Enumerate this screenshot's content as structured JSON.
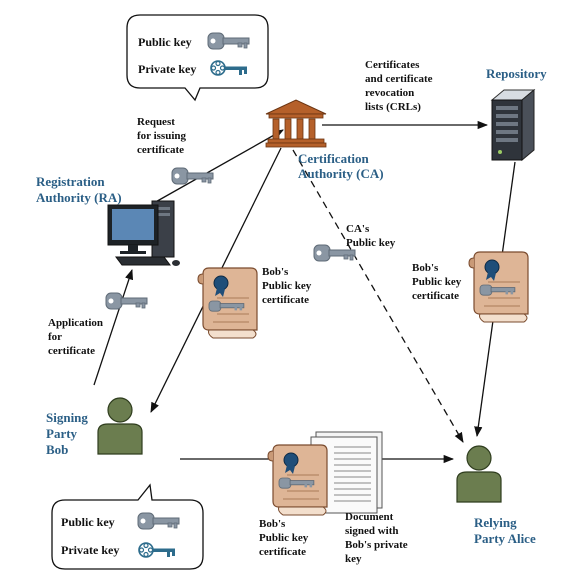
{
  "bubble_top": {
    "public_key": "Public key",
    "private_key": "Private key"
  },
  "bubble_bottom": {
    "public_key": "Public key",
    "private_key": "Private key"
  },
  "ca": {
    "line1": "Certification",
    "line2": "Authority (CA)"
  },
  "repository": {
    "title": "Repository"
  },
  "ra": {
    "line1": "Registration",
    "line2": "Authority (RA)"
  },
  "signer": {
    "line1": "Signing",
    "line2": "Party",
    "line3": "Bob"
  },
  "relying": {
    "line1": "Relying",
    "line2": "Party Alice"
  },
  "crl_label": {
    "line1": "Certificates",
    "line2": "and certificate",
    "line3": "revocation",
    "line4": "lists (CRLs)"
  },
  "request_label": {
    "line1": "Request",
    "line2": "for issuing",
    "line3": "certificate"
  },
  "application_label": {
    "line1": "Application",
    "line2": "for",
    "line3": "certificate"
  },
  "ca_pubkey_label": {
    "line1": "CA's",
    "line2": "Public key"
  },
  "cert_mid": {
    "line1": "Bob's",
    "line2": "Public key",
    "line3": "certificate"
  },
  "cert_right": {
    "line1": "Bob's",
    "line2": "Public key",
    "line3": "certificate"
  },
  "cert_bottom": {
    "line1": "Bob's",
    "line2": "Public key",
    "line3": "certificate"
  },
  "doc_label": {
    "line1": "Document",
    "line2": "signed with",
    "line3": "Bob's private",
    "line4": "key"
  },
  "colors": {
    "title": "#2b5f86",
    "key": "#8a96a3",
    "cert": "#deb596",
    "person": "#6b7d4f",
    "building": "#b5602a"
  }
}
